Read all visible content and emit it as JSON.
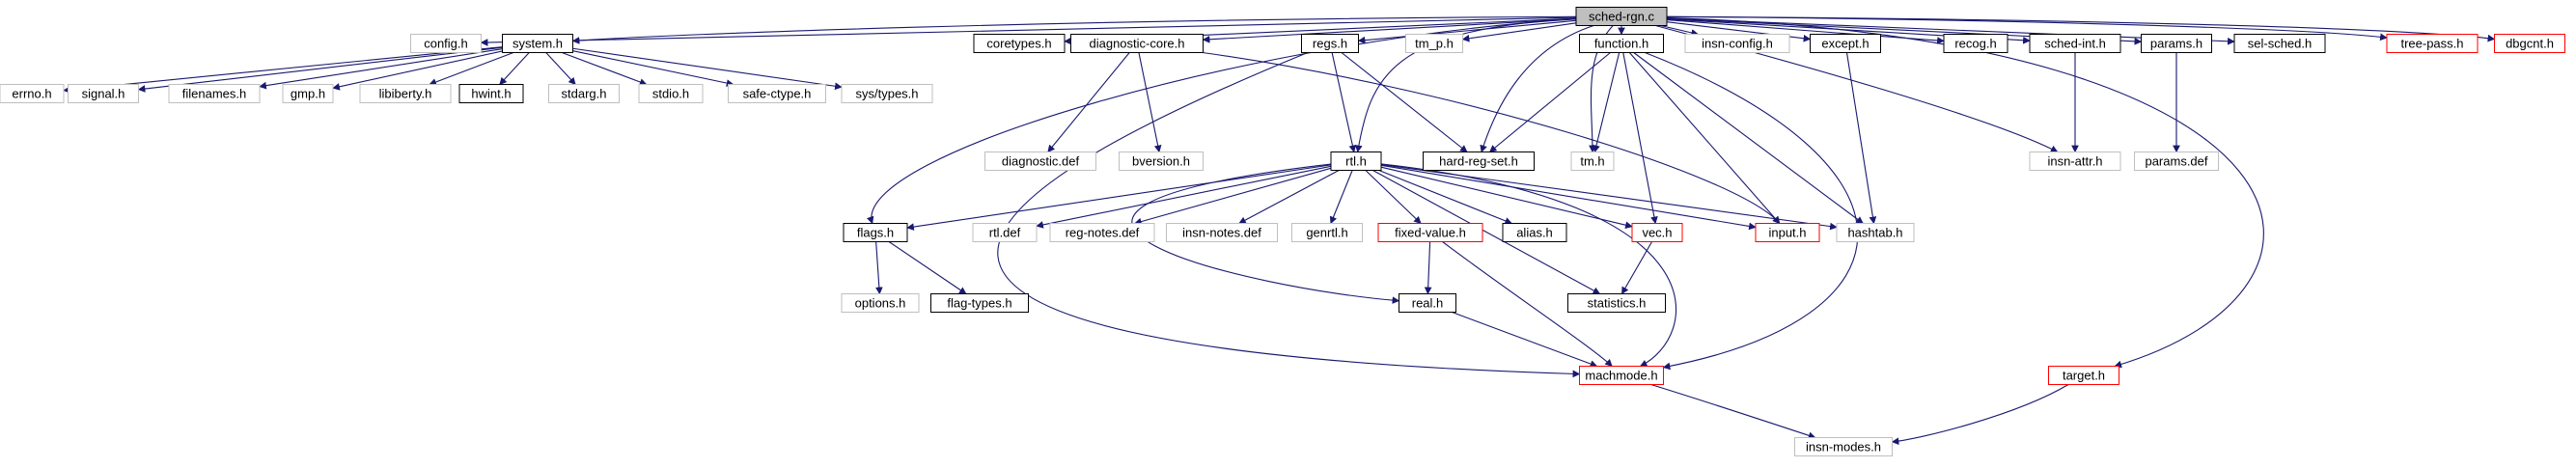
{
  "graph": {
    "title": "sched-rgn.c",
    "colors": {
      "edge": "#191970",
      "root_fill": "#bfbfbf",
      "border_default": "#000000",
      "border_gray": "#bfbfbf",
      "border_red": "#ff0000"
    },
    "nodes": [
      {
        "id": "sched_rgn",
        "label": "sched-rgn.c",
        "style": "root"
      },
      {
        "id": "config_h",
        "label": "config.h",
        "style": "gray"
      },
      {
        "id": "system_h",
        "label": "system.h",
        "style": "black"
      },
      {
        "id": "coretypes_h",
        "label": "coretypes.h",
        "style": "black"
      },
      {
        "id": "diag_core_h",
        "label": "diagnostic-core.h",
        "style": "black"
      },
      {
        "id": "regs_h",
        "label": "regs.h",
        "style": "black"
      },
      {
        "id": "tm_p_h",
        "label": "tm_p.h",
        "style": "gray"
      },
      {
        "id": "function_h",
        "label": "function.h",
        "style": "black"
      },
      {
        "id": "insn_config_h",
        "label": "insn-config.h",
        "style": "gray"
      },
      {
        "id": "except_h",
        "label": "except.h",
        "style": "black"
      },
      {
        "id": "recog_h",
        "label": "recog.h",
        "style": "black"
      },
      {
        "id": "sched_int_h",
        "label": "sched-int.h",
        "style": "black"
      },
      {
        "id": "params_h",
        "label": "params.h",
        "style": "black"
      },
      {
        "id": "sel_sched_h",
        "label": "sel-sched.h",
        "style": "black"
      },
      {
        "id": "tree_pass_h",
        "label": "tree-pass.h",
        "style": "red"
      },
      {
        "id": "dbgcnt_h",
        "label": "dbgcnt.h",
        "style": "red"
      },
      {
        "id": "errno_h",
        "label": "errno.h",
        "style": "gray"
      },
      {
        "id": "signal_h",
        "label": "signal.h",
        "style": "gray"
      },
      {
        "id": "filenames_h",
        "label": "filenames.h",
        "style": "gray"
      },
      {
        "id": "gmp_h",
        "label": "gmp.h",
        "style": "gray"
      },
      {
        "id": "libiberty_h",
        "label": "libiberty.h",
        "style": "gray"
      },
      {
        "id": "hwint_h",
        "label": "hwint.h",
        "style": "black"
      },
      {
        "id": "stdarg_h",
        "label": "stdarg.h",
        "style": "gray"
      },
      {
        "id": "stdio_h",
        "label": "stdio.h",
        "style": "gray"
      },
      {
        "id": "safe_ctype_h",
        "label": "safe-ctype.h",
        "style": "gray"
      },
      {
        "id": "sys_types_h",
        "label": "sys/types.h",
        "style": "gray"
      },
      {
        "id": "diag_def",
        "label": "diagnostic.def",
        "style": "gray"
      },
      {
        "id": "bversion_h",
        "label": "bversion.h",
        "style": "gray"
      },
      {
        "id": "hard_reg_set_h",
        "label": "hard-reg-set.h",
        "style": "black"
      },
      {
        "id": "tm_h",
        "label": "tm.h",
        "style": "gray"
      },
      {
        "id": "insn_attr_h",
        "label": "insn-attr.h",
        "style": "gray"
      },
      {
        "id": "params_def",
        "label": "params.def",
        "style": "gray"
      },
      {
        "id": "rtl_h",
        "label": "rtl.h",
        "style": "black"
      },
      {
        "id": "flags_h",
        "label": "flags.h",
        "style": "black"
      },
      {
        "id": "rtl_def",
        "label": "rtl.def",
        "style": "gray"
      },
      {
        "id": "reg_notes_def",
        "label": "reg-notes.def",
        "style": "gray"
      },
      {
        "id": "insn_notes_def",
        "label": "insn-notes.def",
        "style": "gray"
      },
      {
        "id": "genrtl_h",
        "label": "genrtl.h",
        "style": "gray"
      },
      {
        "id": "fixed_value_h",
        "label": "fixed-value.h",
        "style": "red"
      },
      {
        "id": "alias_h",
        "label": "alias.h",
        "style": "black"
      },
      {
        "id": "vec_h",
        "label": "vec.h",
        "style": "red"
      },
      {
        "id": "input_h",
        "label": "input.h",
        "style": "red"
      },
      {
        "id": "hashtab_h",
        "label": "hashtab.h",
        "style": "gray"
      },
      {
        "id": "options_h",
        "label": "options.h",
        "style": "gray"
      },
      {
        "id": "flag_types_h",
        "label": "flag-types.h",
        "style": "black"
      },
      {
        "id": "real_h",
        "label": "real.h",
        "style": "black"
      },
      {
        "id": "statistics_h",
        "label": "statistics.h",
        "style": "black"
      },
      {
        "id": "machmode_h",
        "label": "machmode.h",
        "style": "red"
      },
      {
        "id": "target_h",
        "label": "target.h",
        "style": "red"
      },
      {
        "id": "insn_modes_h",
        "label": "insn-modes.h",
        "style": "gray"
      }
    ],
    "edges": [
      [
        "sched_rgn",
        "config_h"
      ],
      [
        "sched_rgn",
        "system_h"
      ],
      [
        "sched_rgn",
        "coretypes_h"
      ],
      [
        "sched_rgn",
        "diag_core_h"
      ],
      [
        "sched_rgn",
        "regs_h"
      ],
      [
        "sched_rgn",
        "tm_p_h"
      ],
      [
        "sched_rgn",
        "function_h"
      ],
      [
        "sched_rgn",
        "insn_config_h"
      ],
      [
        "sched_rgn",
        "except_h"
      ],
      [
        "sched_rgn",
        "recog_h"
      ],
      [
        "sched_rgn",
        "sched_int_h"
      ],
      [
        "sched_rgn",
        "params_h"
      ],
      [
        "sched_rgn",
        "sel_sched_h"
      ],
      [
        "sched_rgn",
        "tree_pass_h"
      ],
      [
        "sched_rgn",
        "dbgcnt_h"
      ],
      [
        "sched_rgn",
        "tm_h"
      ],
      [
        "sched_rgn",
        "hard_reg_set_h"
      ],
      [
        "sched_rgn",
        "rtl_h"
      ],
      [
        "sched_rgn",
        "flags_h"
      ],
      [
        "sched_rgn",
        "insn_attr_h"
      ],
      [
        "sched_rgn",
        "target_h"
      ],
      [
        "system_h",
        "errno_h"
      ],
      [
        "system_h",
        "signal_h"
      ],
      [
        "system_h",
        "filenames_h"
      ],
      [
        "system_h",
        "gmp_h"
      ],
      [
        "system_h",
        "libiberty_h"
      ],
      [
        "system_h",
        "hwint_h"
      ],
      [
        "system_h",
        "stdarg_h"
      ],
      [
        "system_h",
        "stdio_h"
      ],
      [
        "system_h",
        "safe_ctype_h"
      ],
      [
        "system_h",
        "sys_types_h"
      ],
      [
        "diag_core_h",
        "diag_def"
      ],
      [
        "diag_core_h",
        "bversion_h"
      ],
      [
        "diag_core_h",
        "input_h"
      ],
      [
        "regs_h",
        "rtl_h"
      ],
      [
        "regs_h",
        "hard_reg_set_h"
      ],
      [
        "regs_h",
        "machmode_h"
      ],
      [
        "function_h",
        "hard_reg_set_h"
      ],
      [
        "function_h",
        "tm_h"
      ],
      [
        "function_h",
        "vec_h"
      ],
      [
        "function_h",
        "input_h"
      ],
      [
        "function_h",
        "hashtab_h"
      ],
      [
        "function_h",
        "machmode_h"
      ],
      [
        "except_h",
        "hashtab_h"
      ],
      [
        "sched_int_h",
        "insn_attr_h"
      ],
      [
        "params_h",
        "params_def"
      ],
      [
        "rtl_h",
        "flags_h"
      ],
      [
        "rtl_h",
        "rtl_def"
      ],
      [
        "rtl_h",
        "reg_notes_def"
      ],
      [
        "rtl_h",
        "insn_notes_def"
      ],
      [
        "rtl_h",
        "genrtl_h"
      ],
      [
        "rtl_h",
        "fixed_value_h"
      ],
      [
        "rtl_h",
        "alias_h"
      ],
      [
        "rtl_h",
        "vec_h"
      ],
      [
        "rtl_h",
        "input_h"
      ],
      [
        "rtl_h",
        "hashtab_h"
      ],
      [
        "rtl_h",
        "statistics_h"
      ],
      [
        "rtl_h",
        "machmode_h"
      ],
      [
        "rtl_h",
        "real_h"
      ],
      [
        "flags_h",
        "options_h"
      ],
      [
        "flags_h",
        "flag_types_h"
      ],
      [
        "fixed_value_h",
        "real_h"
      ],
      [
        "fixed_value_h",
        "machmode_h"
      ],
      [
        "vec_h",
        "statistics_h"
      ],
      [
        "real_h",
        "machmode_h"
      ],
      [
        "machmode_h",
        "insn_modes_h"
      ],
      [
        "target_h",
        "insn_modes_h"
      ]
    ]
  }
}
